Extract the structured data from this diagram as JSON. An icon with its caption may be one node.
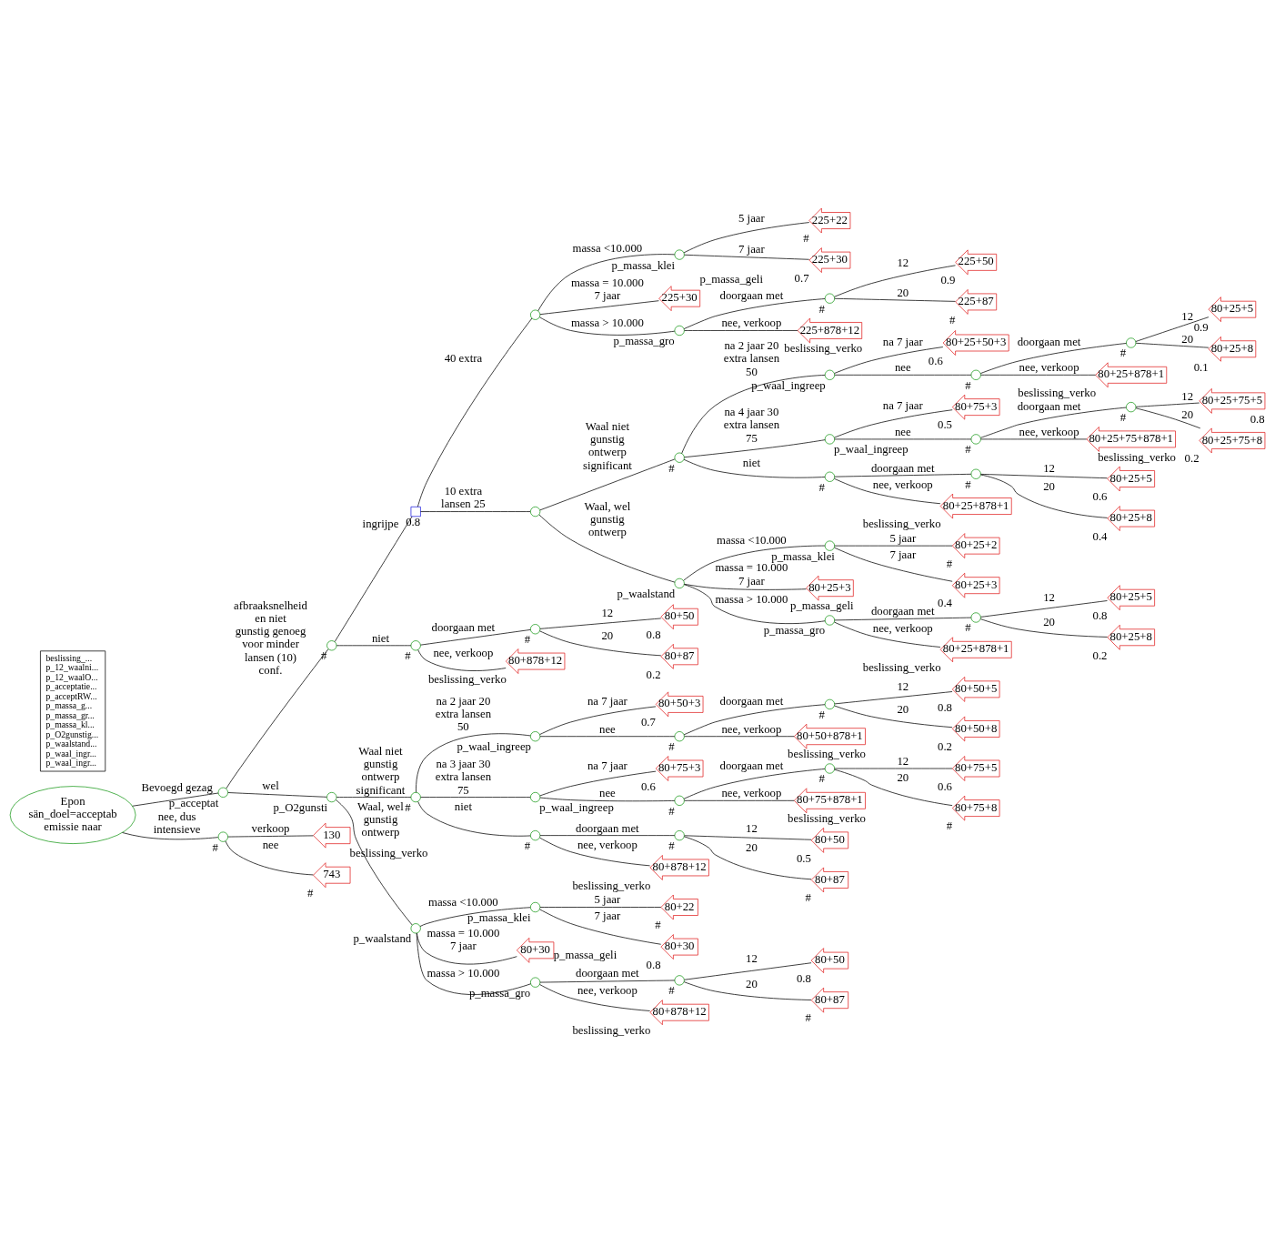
{
  "diagram": {
    "nodes": [
      {
        "text": [
          "Epon sän_doel=acceptab emissie naar"
        ]
      },
      {
        "text": [],
        "shape": "circle",
        "beside": [
          "p_acceptat"
        ]
      },
      {
        "text": [],
        "shape": "circle",
        "beside": [
          "#"
        ]
      },
      {
        "text": [],
        "shape": "box",
        "beside": [
          "0.8"
        ]
      },
      {
        "text": [],
        "shape": "circle"
      },
      {
        "text": [],
        "shape": "circle",
        "beside": [
          "p_massa_klei"
        ]
      },
      {
        "text": [
          "225+22"
        ],
        "beside": [
          "#"
        ]
      },
      {
        "text": [
          "225+30"
        ],
        "beside": [
          "0.7"
        ]
      },
      {
        "text": [
          "225+30"
        ],
        "beside": [
          "p_massa_geli"
        ]
      },
      {
        "text": [],
        "shape": "circle",
        "beside": [
          "p_massa_gro"
        ]
      },
      {
        "text": [],
        "shape": "circle",
        "beside": [
          "#"
        ]
      },
      {
        "text": [
          "225+50"
        ],
        "beside": [
          "0.9"
        ]
      },
      {
        "text": [
          "225+87"
        ],
        "beside": [
          "#"
        ]
      },
      {
        "text": [
          "225+878+12"
        ],
        "beside": [
          "beslissing_verko"
        ]
      },
      {
        "text": [],
        "shape": "circle"
      },
      {
        "text": [],
        "shape": "circle",
        "beside": [
          "#"
        ]
      },
      {
        "text": [],
        "shape": "circle",
        "beside": [
          "p_waal_ingreep"
        ]
      },
      {
        "text": [
          "80+25+50+3"
        ],
        "beside": [
          "0.6"
        ]
      },
      {
        "text": [],
        "shape": "circle",
        "beside": [
          "#"
        ]
      },
      {
        "text": [],
        "shape": "circle",
        "beside": [
          "#"
        ]
      },
      {
        "text": [
          "80+25+5"
        ],
        "beside": [
          "0.9"
        ]
      },
      {
        "text": [
          "80+25+8"
        ],
        "beside": [
          "0.1"
        ]
      },
      {
        "text": [
          "80+25+878+1"
        ],
        "beside": [
          "beslissing_verko"
        ]
      },
      {
        "text": [],
        "shape": "circle",
        "beside": [
          "p_waal_ingreep"
        ]
      },
      {
        "text": [
          "80+75+3"
        ],
        "beside": [
          "0.5"
        ]
      },
      {
        "text": [],
        "shape": "circle",
        "beside": [
          "#"
        ]
      },
      {
        "text": [],
        "shape": "circle",
        "beside": [
          "#"
        ]
      },
      {
        "text": [
          "80+25+75+5"
        ],
        "beside": [
          "0.8"
        ]
      },
      {
        "text": [
          "80+25+75+8"
        ],
        "beside": [
          "0.2"
        ]
      },
      {
        "text": [
          "80+25+75+878+1"
        ],
        "beside": [
          "beslissing_verko"
        ]
      },
      {
        "text": [],
        "shape": "circle",
        "beside": [
          "#"
        ]
      },
      {
        "text": [],
        "shape": "circle",
        "beside": [
          "#"
        ]
      },
      {
        "text": [
          "80+25+5"
        ],
        "beside": [
          "0.6"
        ]
      },
      {
        "text": [
          "80+25+8"
        ],
        "beside": [
          "0.4"
        ]
      },
      {
        "text": [
          "80+25+878+1"
        ],
        "beside": [
          "beslissing_verko"
        ]
      },
      {
        "text": [],
        "shape": "circle",
        "beside": [
          "p_waalstand"
        ]
      },
      {
        "text": [],
        "shape": "circle",
        "beside": [
          "p_massa_klei"
        ]
      },
      {
        "text": [
          "80+25+2"
        ],
        "beside": [
          "#"
        ]
      },
      {
        "text": [
          "80+25+3"
        ],
        "beside": [
          "0.4"
        ]
      },
      {
        "text": [
          "80+25+3"
        ],
        "beside": [
          "p_massa_geli"
        ]
      },
      {
        "text": [],
        "shape": "circle",
        "beside": [
          "p_massa_gro"
        ]
      },
      {
        "text": [],
        "shape": "circle",
        "beside": [
          "#"
        ]
      },
      {
        "text": [
          "80+25+5"
        ],
        "beside": [
          "0.8"
        ]
      },
      {
        "text": [
          "80+25+8"
        ],
        "beside": [
          "0.2"
        ]
      },
      {
        "text": [
          "80+25+878+1"
        ],
        "beside": [
          "beslissing_verko"
        ]
      },
      {
        "text": [],
        "shape": "circle",
        "beside": [
          "#"
        ]
      },
      {
        "text": [],
        "shape": "circle",
        "beside": [
          "#"
        ]
      },
      {
        "text": [
          "80+50"
        ],
        "beside": [
          "0.8"
        ]
      },
      {
        "text": [
          "80+87"
        ],
        "beside": [
          "0.2"
        ]
      },
      {
        "text": [
          "80+878+12"
        ],
        "beside": [
          "beslissing_verko"
        ]
      },
      {
        "text": [],
        "shape": "circle",
        "beside": [
          "p_O2gunsti"
        ]
      },
      {
        "text": [],
        "shape": "circle",
        "beside": [
          "#"
        ]
      },
      {
        "text": [],
        "shape": "circle",
        "beside": [
          "p_waal_ingreep"
        ]
      },
      {
        "text": [
          "80+50+3"
        ],
        "beside": [
          "0.7"
        ]
      },
      {
        "text": [],
        "shape": "circle",
        "beside": [
          "#"
        ]
      },
      {
        "text": [],
        "shape": "circle",
        "beside": [
          "#"
        ]
      },
      {
        "text": [
          "80+50+5"
        ],
        "beside": [
          "0.8"
        ]
      },
      {
        "text": [
          "80+50+8"
        ],
        "beside": [
          "0.2"
        ]
      },
      {
        "text": [
          "80+50+878+1"
        ],
        "beside": [
          "beslissing_verko"
        ]
      },
      {
        "text": [],
        "shape": "circle",
        "beside": [
          "p_waal_ingreep"
        ]
      },
      {
        "text": [
          "80+75+3"
        ],
        "beside": [
          "0.6"
        ]
      },
      {
        "text": [],
        "shape": "circle",
        "beside": [
          "#"
        ]
      },
      {
        "text": [],
        "shape": "circle",
        "beside": [
          "#"
        ]
      },
      {
        "text": [
          "80+75+5"
        ],
        "beside": [
          "0.6"
        ]
      },
      {
        "text": [
          "80+75+8"
        ],
        "beside": [
          "#"
        ]
      },
      {
        "text": [
          "80+75+878+1"
        ],
        "beside": [
          "beslissing_verko"
        ]
      },
      {
        "text": [],
        "shape": "circle",
        "beside": [
          "#"
        ]
      },
      {
        "text": [],
        "shape": "circle",
        "beside": [
          "#"
        ]
      },
      {
        "text": [
          "80+50"
        ],
        "beside": [
          "0.5"
        ]
      },
      {
        "text": [
          "80+87"
        ],
        "beside": [
          "#"
        ]
      },
      {
        "text": [
          "80+878+12"
        ],
        "beside": [
          "beslissing_verko"
        ]
      },
      {
        "text": [],
        "shape": "circle",
        "beside": [
          "p_waalstand"
        ]
      },
      {
        "text": [],
        "shape": "circle",
        "beside": [
          "p_massa_klei"
        ]
      },
      {
        "text": [
          "80+22"
        ],
        "beside": [
          "#"
        ]
      },
      {
        "text": [
          "80+30"
        ],
        "beside": [
          "0.8"
        ]
      },
      {
        "text": [
          "80+30"
        ],
        "beside": [
          "p_massa_geli"
        ]
      },
      {
        "text": [],
        "shape": "circle",
        "beside": [
          "p_massa_gro"
        ]
      },
      {
        "text": [],
        "shape": "circle",
        "beside": [
          "#"
        ]
      },
      {
        "text": [
          "80+50"
        ],
        "beside": [
          "0.8"
        ]
      },
      {
        "text": [
          "80+87"
        ],
        "beside": [
          "#"
        ]
      },
      {
        "text": [
          "80+878+12"
        ],
        "beside": [
          "beslissing_verko"
        ]
      },
      {
        "text": [],
        "shape": "circle",
        "beside": [
          "#"
        ]
      },
      {
        "text": [
          "130"
        ],
        "beside": [
          "beslissing_verko"
        ]
      },
      {
        "text": [
          "743"
        ],
        "beside": [
          "#"
        ]
      },
      {
        "text": [
          "beslissing_...",
          "p_12_waalni...",
          "p_12_waalO...",
          "p_acceptatie...",
          "p_acceptRW...",
          "p_massa_g...",
          "p_massa_gr...",
          "p_massa_kl...",
          "p_O2gunstig...",
          "p_waalstand...",
          "p_waal_ingr...",
          "p_waal_ingr..."
        ]
      }
    ],
    "edges": [
      {
        "from": 0,
        "to": 1,
        "arrow": "none",
        "label": "Bevoegd gezag"
      },
      {
        "from": 1,
        "to": 2,
        "arrow": "none",
        "label": "afbraaksnelheid en niet gunstig genoeg voor minder lansen (10) conf."
      },
      {
        "from": 2,
        "to": 3,
        "arrow": "none",
        "label": "ingrijpe"
      },
      {
        "from": 3,
        "to": 4,
        "arrow": "none",
        "label": "40 extra"
      },
      {
        "from": 4,
        "to": 5,
        "arrow": "none",
        "label": "massa <10.000"
      },
      {
        "from": 5,
        "to": 6,
        "arrow": "none",
        "label": "5 jaar"
      },
      {
        "from": 5,
        "to": 7,
        "arrow": "none",
        "label": "7 jaar"
      },
      {
        "from": 4,
        "to": 8,
        "arrow": "none",
        "label": "massa = 10.000 7 jaar"
      },
      {
        "from": 4,
        "to": 9,
        "arrow": "none",
        "label": "massa > 10.000"
      },
      {
        "from": 9,
        "to": 10,
        "arrow": "none",
        "label": "doorgaan met"
      },
      {
        "from": 10,
        "to": 11,
        "arrow": "none",
        "label": "12"
      },
      {
        "from": 10,
        "to": 12,
        "arrow": "none",
        "label": "20"
      },
      {
        "from": 9,
        "to": 13,
        "arrow": "none",
        "label": "nee, verkoop"
      },
      {
        "from": 3,
        "to": 14,
        "arrow": "none",
        "label": "10 extra lansen 25"
      },
      {
        "from": 14,
        "to": 15,
        "arrow": "none",
        "label": "Waal niet gunstig ontwerp significant"
      },
      {
        "from": 15,
        "to": 16,
        "arrow": "none",
        "label": "na 2 jaar 20 extra lansen 50"
      },
      {
        "from": 16,
        "to": 17,
        "arrow": "none",
        "label": "na 7 jaar"
      },
      {
        "from": 16,
        "to": 18,
        "arrow": "none",
        "label": "nee"
      },
      {
        "from": 18,
        "to": 19,
        "arrow": "none",
        "label": "doorgaan met"
      },
      {
        "from": 19,
        "to": 20,
        "arrow": "none",
        "label": "12"
      },
      {
        "from": 19,
        "to": 21,
        "arrow": "none",
        "label": "20"
      },
      {
        "from": 18,
        "to": 22,
        "arrow": "none",
        "label": "nee, verkoop"
      },
      {
        "from": 15,
        "to": 23,
        "arrow": "none",
        "label": "na 4 jaar 30 extra lansen 75"
      },
      {
        "from": 23,
        "to": 24,
        "arrow": "none",
        "label": "na 7 jaar"
      },
      {
        "from": 23,
        "to": 25,
        "arrow": "none",
        "label": "nee"
      },
      {
        "from": 25,
        "to": 26,
        "arrow": "none",
        "label": "doorgaan met"
      },
      {
        "from": 26,
        "to": 27,
        "arrow": "none",
        "label": "12"
      },
      {
        "from": 26,
        "to": 28,
        "arrow": "none",
        "label": "20"
      },
      {
        "from": 25,
        "to": 29,
        "arrow": "none",
        "label": "nee, verkoop"
      },
      {
        "from": 15,
        "to": 30,
        "arrow": "none",
        "label": "niet"
      },
      {
        "from": 30,
        "to": 31,
        "arrow": "none",
        "label": "doorgaan met"
      },
      {
        "from": 31,
        "to": 32,
        "arrow": "none",
        "label": "12"
      },
      {
        "from": 31,
        "to": 33,
        "arrow": "none",
        "label": "20"
      },
      {
        "from": 30,
        "to": 34,
        "arrow": "none",
        "label": "nee, verkoop"
      },
      {
        "from": 14,
        "to": 35,
        "arrow": "none",
        "label": "Waal, wel gunstig ontwerp"
      },
      {
        "from": 35,
        "to": 36,
        "arrow": "none",
        "label": "massa <10.000"
      },
      {
        "from": 36,
        "to": 37,
        "arrow": "none",
        "label": "5 jaar"
      },
      {
        "from": 36,
        "to": 38,
        "arrow": "none",
        "label": "7 jaar"
      },
      {
        "from": 35,
        "to": 39,
        "arrow": "none",
        "label": "massa = 10.000 7 jaar"
      },
      {
        "from": 35,
        "to": 40,
        "arrow": "none",
        "label": "massa > 10.000"
      },
      {
        "from": 40,
        "to": 41,
        "arrow": "none",
        "label": "doorgaan met"
      },
      {
        "from": 41,
        "to": 42,
        "arrow": "none",
        "label": "12"
      },
      {
        "from": 41,
        "to": 43,
        "arrow": "none",
        "label": "20"
      },
      {
        "from": 40,
        "to": 44,
        "arrow": "none",
        "label": "nee, verkoop"
      },
      {
        "from": 2,
        "to": 45,
        "arrow": "none",
        "label": "niet"
      },
      {
        "from": 45,
        "to": 46,
        "arrow": "none",
        "label": "doorgaan met"
      },
      {
        "from": 46,
        "to": 47,
        "arrow": "none",
        "label": "12"
      },
      {
        "from": 46,
        "to": 48,
        "arrow": "none",
        "label": "20"
      },
      {
        "from": 45,
        "to": 49,
        "arrow": "none",
        "label": "nee, verkoop"
      },
      {
        "from": 1,
        "to": 50,
        "arrow": "none",
        "label": "wel"
      },
      {
        "from": 50,
        "to": 51,
        "arrow": "none",
        "label": "Waal niet gunstig ontwerp significant"
      },
      {
        "from": 51,
        "to": 52,
        "arrow": "none",
        "label": "na 2 jaar 20 extra lansen 50"
      },
      {
        "from": 52,
        "to": 53,
        "arrow": "none",
        "label": "na 7 jaar"
      },
      {
        "from": 52,
        "to": 54,
        "arrow": "none",
        "label": "nee"
      },
      {
        "from": 54,
        "to": 55,
        "arrow": "none",
        "label": "doorgaan met"
      },
      {
        "from": 55,
        "to": 56,
        "arrow": "none",
        "label": "12"
      },
      {
        "from": 55,
        "to": 57,
        "arrow": "none",
        "label": "20"
      },
      {
        "from": 54,
        "to": 58,
        "arrow": "none",
        "label": "nee, verkoop"
      },
      {
        "from": 51,
        "to": 59,
        "arrow": "none",
        "label": "na 3 jaar 30 extra lansen 75"
      },
      {
        "from": 59,
        "to": 60,
        "arrow": "none",
        "label": "na 7 jaar"
      },
      {
        "from": 59,
        "to": 61,
        "arrow": "none",
        "label": "nee"
      },
      {
        "from": 61,
        "to": 62,
        "arrow": "none",
        "label": "doorgaan met"
      },
      {
        "from": 62,
        "to": 63,
        "arrow": "none",
        "label": "12"
      },
      {
        "from": 62,
        "to": 64,
        "arrow": "none",
        "label": "20"
      },
      {
        "from": 61,
        "to": 65,
        "arrow": "none",
        "label": "nee, verkoop"
      },
      {
        "from": 51,
        "to": 66,
        "arrow": "none",
        "label": "niet"
      },
      {
        "from": 66,
        "to": 67,
        "arrow": "none",
        "label": "doorgaan met"
      },
      {
        "from": 67,
        "to": 68,
        "arrow": "none",
        "label": "12"
      },
      {
        "from": 67,
        "to": 69,
        "arrow": "none",
        "label": "20"
      },
      {
        "from": 66,
        "to": 70,
        "arrow": "none",
        "label": "nee, verkoop"
      },
      {
        "from": 50,
        "to": 71,
        "arrow": "none",
        "label": "Waal, wel gunstig ontwerp"
      },
      {
        "from": 71,
        "to": 72,
        "arrow": "none",
        "label": "massa <10.000"
      },
      {
        "from": 72,
        "to": 73,
        "arrow": "none",
        "label": "5 jaar"
      },
      {
        "from": 72,
        "to": 74,
        "arrow": "none",
        "label": "7 jaar"
      },
      {
        "from": 71,
        "to": 75,
        "arrow": "none",
        "label": "massa = 10.000 7 jaar"
      },
      {
        "from": 71,
        "to": 76,
        "arrow": "none",
        "label": "massa > 10.000"
      },
      {
        "from": 76,
        "to": 77,
        "arrow": "none",
        "label": "doorgaan met"
      },
      {
        "from": 77,
        "to": 78,
        "arrow": "none",
        "label": "12"
      },
      {
        "from": 77,
        "to": 79,
        "arrow": "none",
        "label": "20"
      },
      {
        "from": 76,
        "to": 80,
        "arrow": "none",
        "label": "nee, verkoop"
      },
      {
        "from": 0,
        "to": 81,
        "arrow": "none",
        "label": "nee, dus intensieve"
      },
      {
        "from": 81,
        "to": 82,
        "arrow": "none",
        "label": "verkoop"
      },
      {
        "from": 81,
        "to": 83,
        "arrow": "none",
        "label": "nee"
      }
    ]
  }
}
